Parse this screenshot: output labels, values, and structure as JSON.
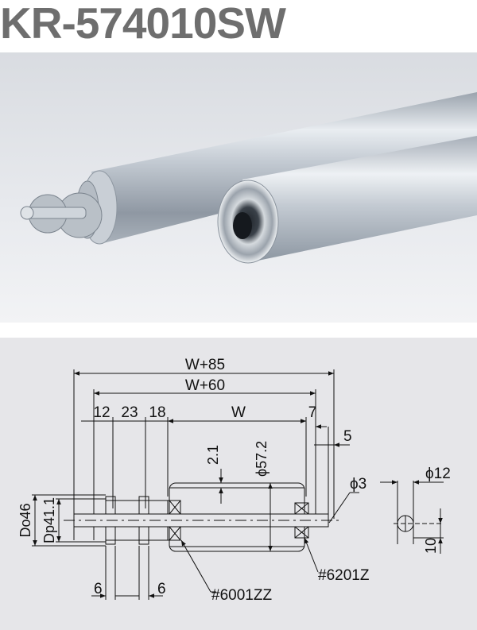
{
  "title": "KR-574010SW",
  "dimensions": {
    "overall_length": "W+85",
    "length_to_bearing": "W+60",
    "pitch_1": "12",
    "pitch_2": "23",
    "pitch_3": "18",
    "tube_length": "W",
    "end_gap": "7",
    "shaft_tip": "5",
    "wall_thickness": "2.1",
    "tube_diameter": "ϕ57.2",
    "sprocket_outer_diameter": "Do46",
    "sprocket_pitch_diameter": "Dp41.1",
    "hole_diameter": "ϕ3",
    "shaft_diameter": "ϕ12",
    "hole_offset": "10",
    "sprocket_width_left": "6",
    "sprocket_width_right": "6",
    "bearing_left": "#6001ZZ",
    "bearing_right": "#6201Z"
  },
  "colors": {
    "drawing_background": "#e6e6e9",
    "title_text": "#6e6e6e",
    "photo_background": "#e2e4e8"
  }
}
